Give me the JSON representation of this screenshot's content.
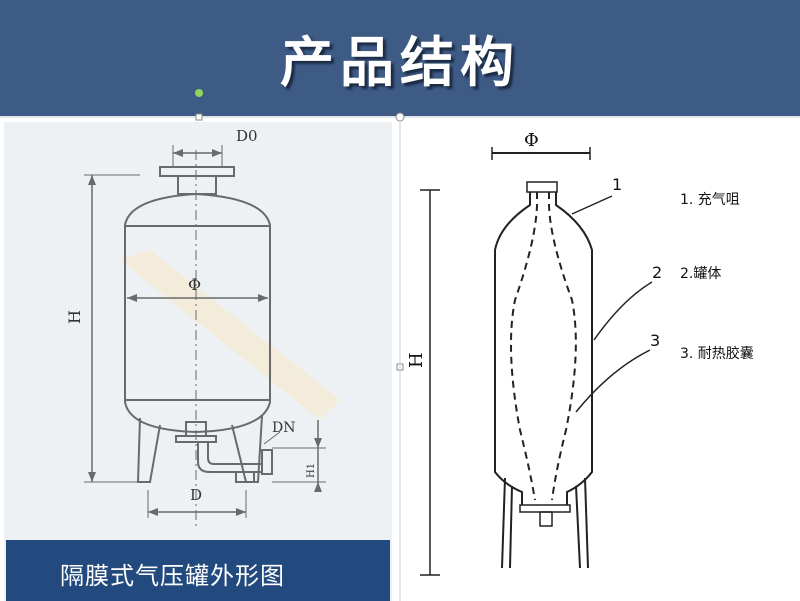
{
  "header": {
    "title": "产品结构"
  },
  "left_figure": {
    "caption": "隔膜式气压罐外形图",
    "dim_labels": {
      "outlet_diameter": "D0",
      "tank_diameter": "Φ",
      "height": "H",
      "pipe": "DN",
      "base": "D",
      "pipe_height": "H1"
    }
  },
  "right_figure": {
    "dim_labels": {
      "diameter": "Φ",
      "height": "H"
    },
    "callouts": [
      "1",
      "2",
      "3"
    ],
    "legend": [
      "1. 充气咀",
      "2.罐体",
      "3. 耐热胶囊"
    ]
  }
}
